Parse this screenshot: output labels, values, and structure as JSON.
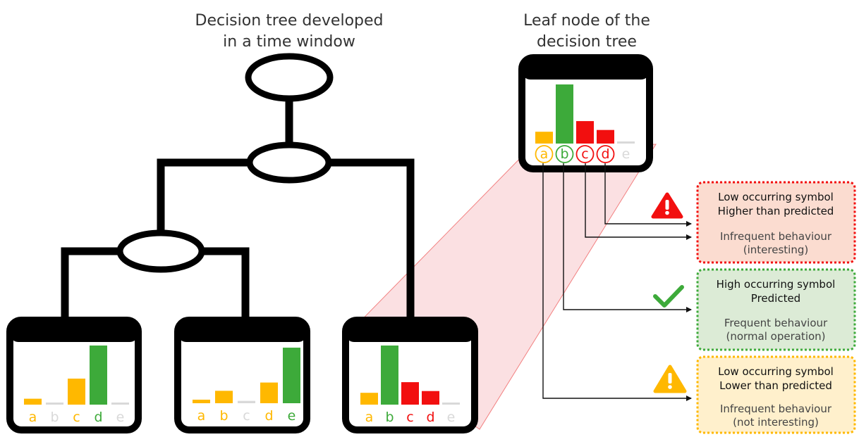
{
  "titles": {
    "tree_line1": "Decision tree developed",
    "tree_line2": "in a time window",
    "leaf_line1": "Leaf node of the",
    "leaf_line2": "decision tree"
  },
  "colors": {
    "yellow": "#FFB800",
    "green": "#3DAA3A",
    "red": "#F20F0F",
    "gray": "#D9D9D9",
    "red_box_fill": "#FBDCD0",
    "green_box_fill": "#DCEBD6",
    "yellow_box_fill": "#FFF0CC"
  },
  "leaves": [
    {
      "name": "leaf-1",
      "bars": [
        {
          "label": "a",
          "value": 0.1,
          "color": "yellow",
          "circled": false
        },
        {
          "label": "b",
          "value": 0.03,
          "color": "gray",
          "circled": false
        },
        {
          "label": "c",
          "value": 0.44,
          "color": "yellow",
          "circled": false
        },
        {
          "label": "d",
          "value": 1.0,
          "color": "green",
          "circled": false
        },
        {
          "label": "e",
          "value": 0.03,
          "color": "gray",
          "circled": false
        }
      ]
    },
    {
      "name": "leaf-2",
      "bars": [
        {
          "label": "a",
          "value": 0.06,
          "color": "yellow",
          "circled": false
        },
        {
          "label": "b",
          "value": 0.21,
          "color": "yellow",
          "circled": false
        },
        {
          "label": "c",
          "value": 0.04,
          "color": "gray",
          "circled": false
        },
        {
          "label": "d",
          "value": 0.35,
          "color": "yellow",
          "circled": false
        },
        {
          "label": "e",
          "value": 0.94,
          "color": "green",
          "circled": false
        }
      ]
    },
    {
      "name": "leaf-3",
      "bars": [
        {
          "label": "a",
          "value": 0.2,
          "color": "yellow",
          "circled": false
        },
        {
          "label": "b",
          "value": 1.0,
          "color": "green",
          "circled": false
        },
        {
          "label": "c",
          "value": 0.38,
          "color": "red",
          "circled": false
        },
        {
          "label": "d",
          "value": 0.23,
          "color": "red",
          "circled": false
        },
        {
          "label": "e",
          "value": 0.03,
          "color": "gray",
          "circled": false
        }
      ]
    },
    {
      "name": "leaf-zoom",
      "bars": [
        {
          "label": "a",
          "value": 0.2,
          "color": "yellow",
          "circled": true
        },
        {
          "label": "b",
          "value": 1.0,
          "color": "green",
          "circled": true
        },
        {
          "label": "c",
          "value": 0.38,
          "color": "red",
          "circled": true
        },
        {
          "label": "d",
          "value": 0.23,
          "color": "red",
          "circled": true
        },
        {
          "label": "e",
          "value": 0.03,
          "color": "gray",
          "circled": false
        }
      ]
    }
  ],
  "boxes": [
    {
      "name": "red-box",
      "color": "red",
      "fill": "red_box_fill",
      "icon": "warning-red-icon",
      "heading1": "Low occurring symbol",
      "heading2": "Higher than predicted",
      "desc1": "Infrequent behaviour",
      "desc2": "(interesting)"
    },
    {
      "name": "green-box",
      "color": "green",
      "fill": "green_box_fill",
      "icon": "checkmark-icon",
      "heading1": "High occurring symbol",
      "heading2": "Predicted",
      "desc1": "Frequent behaviour",
      "desc2": "(normal operation)"
    },
    {
      "name": "yellow-box",
      "color": "yellow",
      "fill": "yellow_box_fill",
      "icon": "warning-yellow-icon",
      "heading1": "Low occurring symbol",
      "heading2": "Lower than predicted",
      "desc1": "Infrequent behaviour",
      "desc2": "(not interesting)"
    }
  ]
}
